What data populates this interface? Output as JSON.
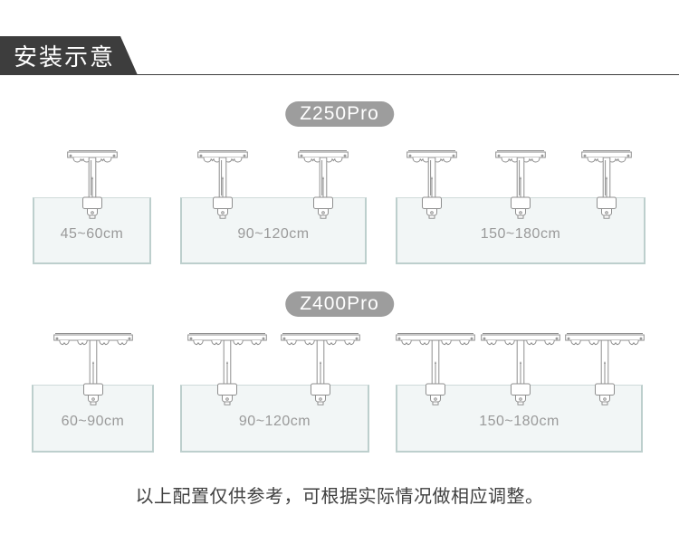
{
  "header": {
    "title": "安装示意"
  },
  "sections": [
    {
      "model": "Z250Pro",
      "tanks": [
        {
          "label": "45~60cm",
          "lamps": 1
        },
        {
          "label": "90~120cm",
          "lamps": 2
        },
        {
          "label": "150~180cm",
          "lamps": 3
        }
      ]
    },
    {
      "model": "Z400Pro",
      "tanks": [
        {
          "label": "60~90cm",
          "lamps": 1
        },
        {
          "label": "90~120cm",
          "lamps": 2
        },
        {
          "label": "150~180cm",
          "lamps": 3
        }
      ]
    }
  ],
  "footer": {
    "note": "以上配置仅供参考，可根据实际情况做相应调整。"
  },
  "colors": {
    "header_bg": "#3d3d3d",
    "badge_bg": "#9d9d9d",
    "tank_fill": "#f2f6f6",
    "tank_border": "#bdcfcd",
    "label_text": "#9a9a9a",
    "line_art": "#8f8f8f",
    "note_text": "#404040"
  }
}
